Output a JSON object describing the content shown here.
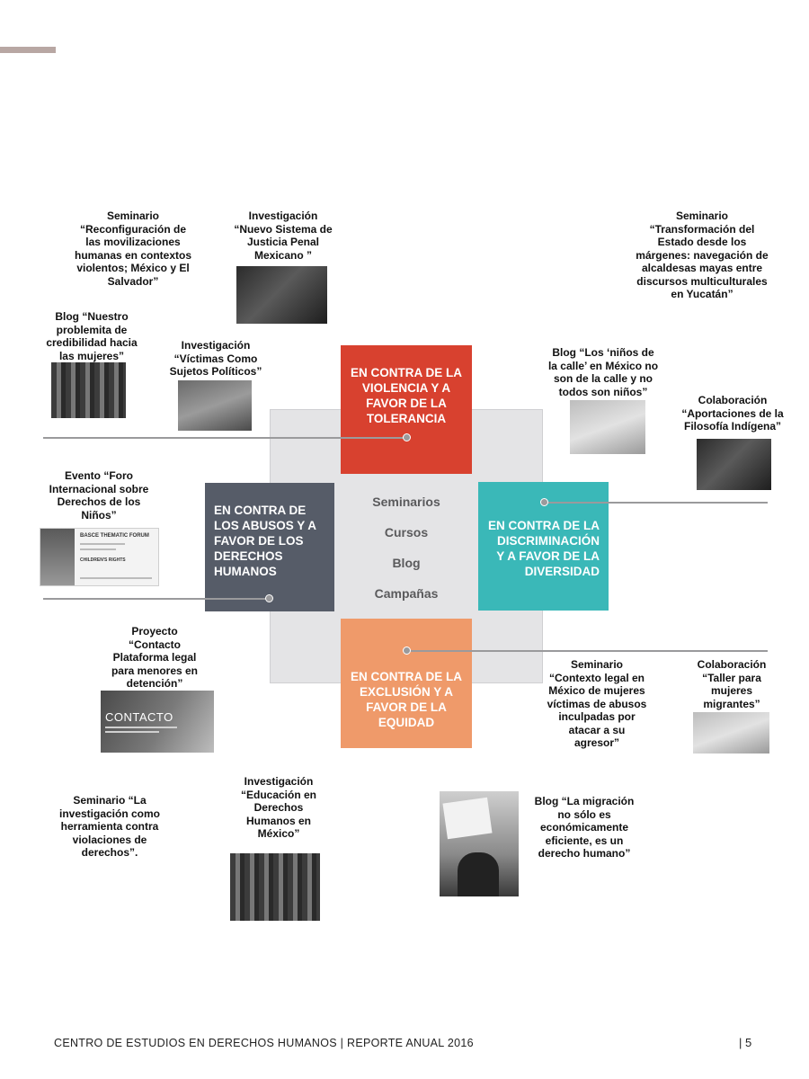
{
  "center": {
    "items": [
      "Seminarios",
      "Cursos",
      "Blog",
      "Campañas"
    ]
  },
  "boxes": {
    "top": {
      "text": "EN CONTRA DE LA VIOLENCIA Y A FAVOR DE LA TOLERANCIA",
      "color": "#d8412f"
    },
    "left": {
      "text": "EN CONTRA DE LOS ABUSOS Y A FAVOR DE LOS DERECHOS HUMANOS",
      "color": "#565c68"
    },
    "right": {
      "text": "EN CONTRA DE LA DISCRIMINACIÓN Y A FAVOR DE LA DIVERSIDAD",
      "color": "#3ab8b8"
    },
    "bottom": {
      "text": "EN CONTRA DE LA EXCLUSIÓN Y A FAVOR DE LA EQUIDAD",
      "color": "#ef9a6a"
    }
  },
  "captions": {
    "movilizaciones": {
      "type": "Seminario",
      "title": "“Reconfiguración de las movilizaciones humanas en contextos violentos; México y El Salvador”"
    },
    "justicia_penal": {
      "type": "Investigación",
      "title": "“Nuevo Sistema de Justicia Penal Mexicano ”"
    },
    "alcaldesas": {
      "type": "Seminario",
      "title": "“Transformación del Estado desde los márgenes: navegación de alcaldesas mayas entre discursos multiculturales en Yucatán”"
    },
    "credibilidad": {
      "type": "",
      "title": "Blog “Nuestro problemita de credibilidad hacia las mujeres”"
    },
    "victimas": {
      "type": "Investigación",
      "title": "“Víctimas Como Sujetos Políticos”"
    },
    "ninos_calle": {
      "type": "",
      "title": "Blog “Los ‘niños de la calle’ en México no son de la calle y no todos son niños”"
    },
    "filosofia": {
      "type": "Colaboración",
      "title": "“Aportaciones de la Filosofía Indígena”"
    },
    "foro": {
      "type": "",
      "title": "Evento “Foro Internacional sobre Derechos de los Niños”"
    },
    "contacto": {
      "type": "Proyecto",
      "title": "“Contacto Plataforma legal para menores en detención”"
    },
    "contexto_legal": {
      "type": "Seminario",
      "title": "“Contexto legal en México de mujeres víctimas de abusos inculpadas por atacar a su agresor”"
    },
    "taller": {
      "type": "Colaboración",
      "title": "“Taller para mujeres migrantes”"
    },
    "investigacion_herramienta": {
      "type": "",
      "title": "Seminario “La investigación como herramienta contra violaciones de derechos”."
    },
    "educacion": {
      "type": "Investigación",
      "title": "“Educación en Derechos Humanos en México”"
    },
    "migracion": {
      "type": "",
      "title": "Blog “La migración no sólo es económicamente eficiente, es un derecho humano”"
    }
  },
  "images": {
    "contacto_label": "CONTACTO",
    "forum_title": "BASCE THEMATIC FORUM",
    "forum_sub": "CHILDREN'S RIGHTS"
  },
  "footer": {
    "text": "CENTRO DE ESTUDIOS EN DERECHOS HUMANOS | REPORTE ANUAL 2016",
    "page": "| 5"
  },
  "colors": {
    "corner_bar": "#b8a7a3",
    "line": "#9a9a9c",
    "center_bg": "#e4e4e6"
  }
}
